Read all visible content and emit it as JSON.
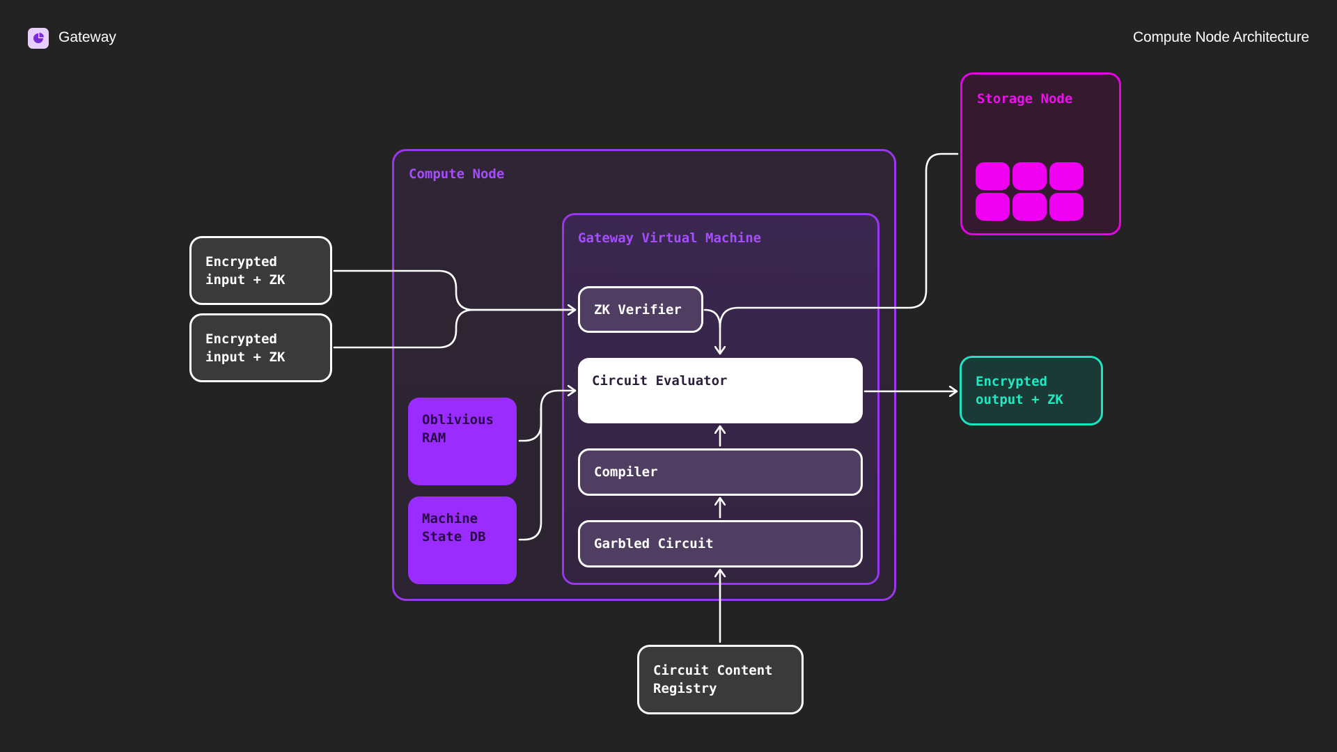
{
  "header": {
    "brand_name": "Gateway",
    "title": "Compute Node Architecture"
  },
  "diagram": {
    "compute_node": {
      "label": "Compute Node"
    },
    "gateway_vm": {
      "label": "Gateway Virtual Machine"
    },
    "storage_node": {
      "label": "Storage Node",
      "block_count": 6
    },
    "inputs": [
      {
        "label": "Encrypted\ninput + ZK"
      },
      {
        "label": "Encrypted\ninput + ZK"
      }
    ],
    "output": {
      "label": "Encrypted\noutput + ZK"
    },
    "zk_verifier": {
      "label": "ZK Verifier"
    },
    "circuit_evaluator": {
      "label": "Circuit Evaluator"
    },
    "compiler": {
      "label": "Compiler"
    },
    "garbled_circuit": {
      "label": "Garbled Circuit"
    },
    "oblivious_ram": {
      "label": "Oblivious\nRAM"
    },
    "machine_state_db": {
      "label": "Machine\nState DB"
    },
    "circuit_registry": {
      "label": "Circuit Content\nRegistry"
    }
  },
  "colors": {
    "background": "#232323",
    "accent_purple": "#9a36ee",
    "violet_fill": "#9b2cff",
    "storage_magenta": "#f000f0",
    "output_teal": "#1ee3c0"
  }
}
